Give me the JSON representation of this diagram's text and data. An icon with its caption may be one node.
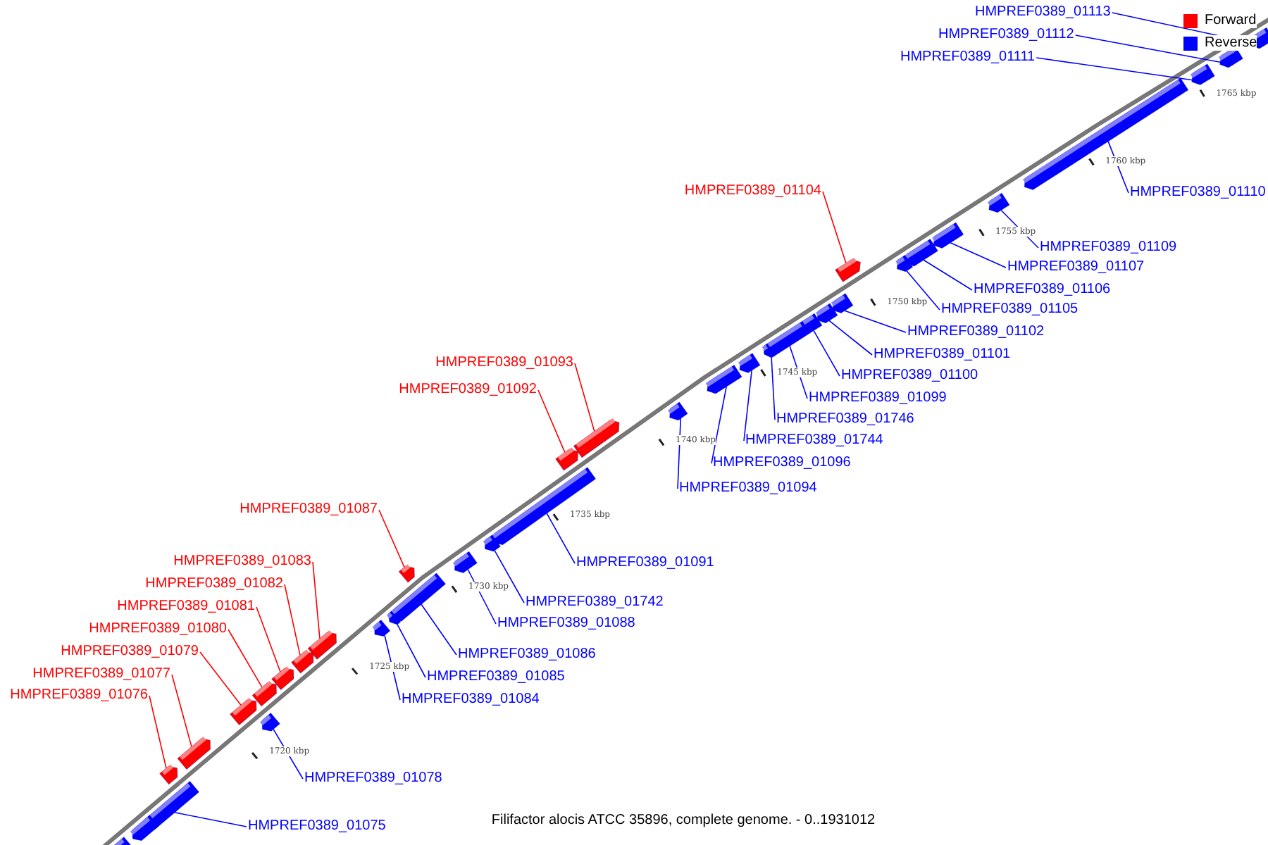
{
  "diagram": {
    "caption": "Filifactor alocis ATCC 35896, complete genome. - 0..1931012",
    "nodes": [
      {
        "text": [
          "HMPREF0389_01113"
        ]
      },
      {
        "text": [
          "HMPREF0389_01112"
        ]
      },
      {
        "text": [
          "HMPREF0389_01111"
        ]
      },
      {
        "text": [
          "HMPREF0389_01104"
        ]
      },
      {
        "text": [
          "HMPREF0389_01110"
        ]
      },
      {
        "text": [
          "HMPREF0389_01109"
        ]
      },
      {
        "text": [
          "HMPREF0389_01107"
        ]
      },
      {
        "text": [
          "HMPREF0389_01106"
        ]
      },
      {
        "text": [
          "HMPREF0389_01105"
        ]
      },
      {
        "text": [
          "HMPREF0389_01102"
        ]
      },
      {
        "text": [
          "HMPREF0389_01101"
        ]
      },
      {
        "text": [
          "HMPREF0389_01093"
        ]
      },
      {
        "text": [
          "HMPREF0389_01100"
        ]
      },
      {
        "text": [
          "HMPREF0389_01092"
        ]
      },
      {
        "text": [
          "HMPREF0389_01099"
        ]
      },
      {
        "text": [
          "HMPREF0389_01746"
        ]
      },
      {
        "text": [
          "HMPREF0389_01744"
        ]
      },
      {
        "text": [
          "HMPREF0389_01096"
        ]
      },
      {
        "text": [
          "HMPREF0389_01094"
        ]
      },
      {
        "text": [
          "HMPREF0389_01087"
        ]
      },
      {
        "text": [
          "HMPREF0389_01083"
        ]
      },
      {
        "text": [
          "HMPREF0389_01091"
        ]
      },
      {
        "text": [
          "HMPREF0389_01082"
        ]
      },
      {
        "text": [
          "HMPREF0389_01742"
        ]
      },
      {
        "text": [
          "HMPREF0389_01081"
        ]
      },
      {
        "text": [
          "HMPREF0389_01088"
        ]
      },
      {
        "text": [
          "HMPREF0389_01080"
        ]
      },
      {
        "text": [
          "HMPREF0389_01079"
        ]
      },
      {
        "text": [
          "HMPREF0389_01086"
        ]
      },
      {
        "text": [
          "HMPREF0389_01077"
        ]
      },
      {
        "text": [
          "HMPREF0389_01085"
        ]
      },
      {
        "text": [
          "HMPREF0389_01076"
        ]
      },
      {
        "text": [
          "HMPREF0389_01084"
        ]
      },
      {
        "text": [
          "HMPREF0389_01078"
        ]
      },
      {
        "text": [
          "HMPREF0389_01075"
        ]
      },
      {
        "text": [],
        "shape": "bar"
      },
      {
        "text": [],
        "shape": "bar"
      },
      {
        "text": [],
        "shape": "bar"
      },
      {
        "text": [],
        "shape": "bar"
      },
      {
        "text": [],
        "shape": "bar"
      },
      {
        "text": [],
        "shape": "bar"
      },
      {
        "text": [],
        "shape": "bar"
      },
      {
        "text": [],
        "shape": "bar"
      },
      {
        "text": [],
        "shape": "bar"
      },
      {
        "text": [],
        "shape": "bar"
      },
      {
        "text": [],
        "shape": "bar"
      },
      {
        "text": [],
        "shape": "bar"
      },
      {
        "text": [],
        "shape": "bar"
      },
      {
        "text": [],
        "shape": "bar"
      },
      {
        "text": [],
        "shape": "bar"
      },
      {
        "text": [],
        "shape": "bar"
      },
      {
        "text": [],
        "shape": "bar"
      },
      {
        "text": [],
        "shape": "bar"
      },
      {
        "text": [],
        "shape": "bar"
      },
      {
        "text": [],
        "shape": "bar"
      },
      {
        "text": [],
        "shape": "bar"
      },
      {
        "text": [],
        "shape": "bar"
      },
      {
        "text": [],
        "shape": "bar"
      },
      {
        "text": [],
        "shape": "bar"
      },
      {
        "text": [],
        "shape": "bar"
      },
      {
        "text": [],
        "shape": "bar"
      },
      {
        "text": [],
        "shape": "bar"
      },
      {
        "text": [],
        "shape": "bar"
      },
      {
        "text": [],
        "shape": "bar"
      },
      {
        "text": [],
        "shape": "bar"
      },
      {
        "text": [],
        "shape": "bar"
      },
      {
        "text": [],
        "shape": "bar"
      },
      {
        "text": [],
        "shape": "bar"
      },
      {
        "text": [],
        "shape": "bar"
      },
      {
        "text": [],
        "shape": "bar"
      },
      {
        "text": [],
        "shape": "bar"
      },
      {
        "text": [],
        "shape": "bar"
      }
    ],
    "edges": [
      {
        "from": 0,
        "to": 35,
        "arrow": "none"
      },
      {
        "from": 1,
        "to": 36,
        "arrow": "none"
      },
      {
        "from": 2,
        "to": 37,
        "arrow": "none"
      },
      {
        "from": 3,
        "to": 38,
        "arrow": "none",
        "color": "#ff0000"
      },
      {
        "from": 4,
        "to": 39,
        "arrow": "none"
      },
      {
        "from": 5,
        "to": 40,
        "arrow": "none"
      },
      {
        "from": 6,
        "to": 41,
        "arrow": "none"
      },
      {
        "from": 7,
        "to": 42,
        "arrow": "none"
      },
      {
        "from": 8,
        "to": 43,
        "arrow": "none"
      },
      {
        "from": 9,
        "to": 44,
        "arrow": "none"
      },
      {
        "from": 10,
        "to": 45,
        "arrow": "none"
      },
      {
        "from": 11,
        "to": 46,
        "arrow": "none",
        "color": "#ff0000"
      },
      {
        "from": 12,
        "to": 47,
        "arrow": "none"
      },
      {
        "from": 13,
        "to": 48,
        "arrow": "none",
        "color": "#ff0000"
      },
      {
        "from": 14,
        "to": 49,
        "arrow": "none"
      },
      {
        "from": 15,
        "to": 50,
        "arrow": "none"
      },
      {
        "from": 16,
        "to": 51,
        "arrow": "none"
      },
      {
        "from": 17,
        "to": 52,
        "arrow": "none"
      },
      {
        "from": 18,
        "to": 53,
        "arrow": "none"
      },
      {
        "from": 19,
        "to": 54,
        "arrow": "none",
        "color": "#ff0000"
      },
      {
        "from": 20,
        "to": 55,
        "arrow": "none",
        "color": "#ff0000"
      },
      {
        "from": 21,
        "to": 56,
        "arrow": "none"
      },
      {
        "from": 22,
        "to": 57,
        "arrow": "none",
        "color": "#ff0000"
      },
      {
        "from": 23,
        "to": 58,
        "arrow": "none"
      },
      {
        "from": 24,
        "to": 59,
        "arrow": "none",
        "color": "#ff0000"
      },
      {
        "from": 25,
        "to": 60,
        "arrow": "none"
      },
      {
        "from": 26,
        "to": 61,
        "arrow": "none",
        "color": "#ff0000"
      },
      {
        "from": 27,
        "to": 62,
        "arrow": "none",
        "color": "#ff0000"
      },
      {
        "from": 28,
        "to": 63,
        "arrow": "none"
      },
      {
        "from": 29,
        "to": 64,
        "arrow": "none",
        "color": "#ff0000"
      },
      {
        "from": 30,
        "to": 65,
        "arrow": "none"
      },
      {
        "from": 31,
        "to": 66,
        "arrow": "none",
        "color": "#ff0000"
      },
      {
        "from": 32,
        "to": 67,
        "arrow": "none"
      },
      {
        "from": 33,
        "to": 68,
        "arrow": "none"
      },
      {
        "from": 34,
        "to": 69,
        "arrow": "none"
      }
    ],
    "labels": [
      "1765 kbp",
      "1760 kbp",
      "1755 kbp",
      "1750 kbp",
      "1745 kbp",
      "1740 kbp",
      "1735 kbp",
      "1730 kbp",
      "1725 kbp",
      "1720 kbp"
    ],
    "legend": [
      {
        "text": "Forward",
        "color": "#ff0000"
      },
      {
        "text": "Reverse",
        "color": "#0000ff"
      }
    ]
  }
}
